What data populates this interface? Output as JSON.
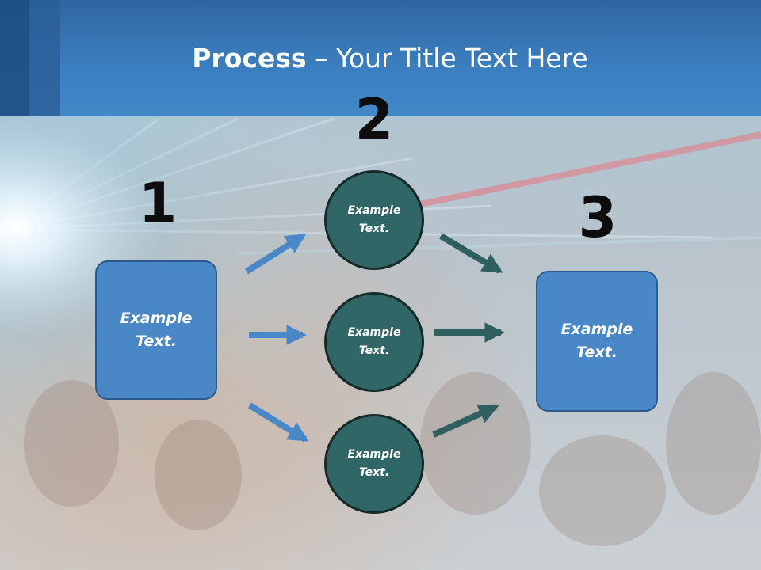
{
  "title": {
    "bold": "Process",
    "rest": " – Your Title Text Here"
  },
  "steps": [
    {
      "number": "1",
      "label": "Example\nText."
    },
    {
      "number": "2",
      "items": [
        {
          "label": "Example\nText."
        },
        {
          "label": "Example\nText."
        },
        {
          "label": "Example\nText."
        }
      ]
    },
    {
      "number": "3",
      "label": "Example\nText."
    }
  ],
  "colors": {
    "header": "#3b7fc0",
    "box_fill": "#4a87c6",
    "circle_fill": "#316666",
    "arrow_blue": "#4a87c6",
    "arrow_teal": "#2f5f5f"
  }
}
